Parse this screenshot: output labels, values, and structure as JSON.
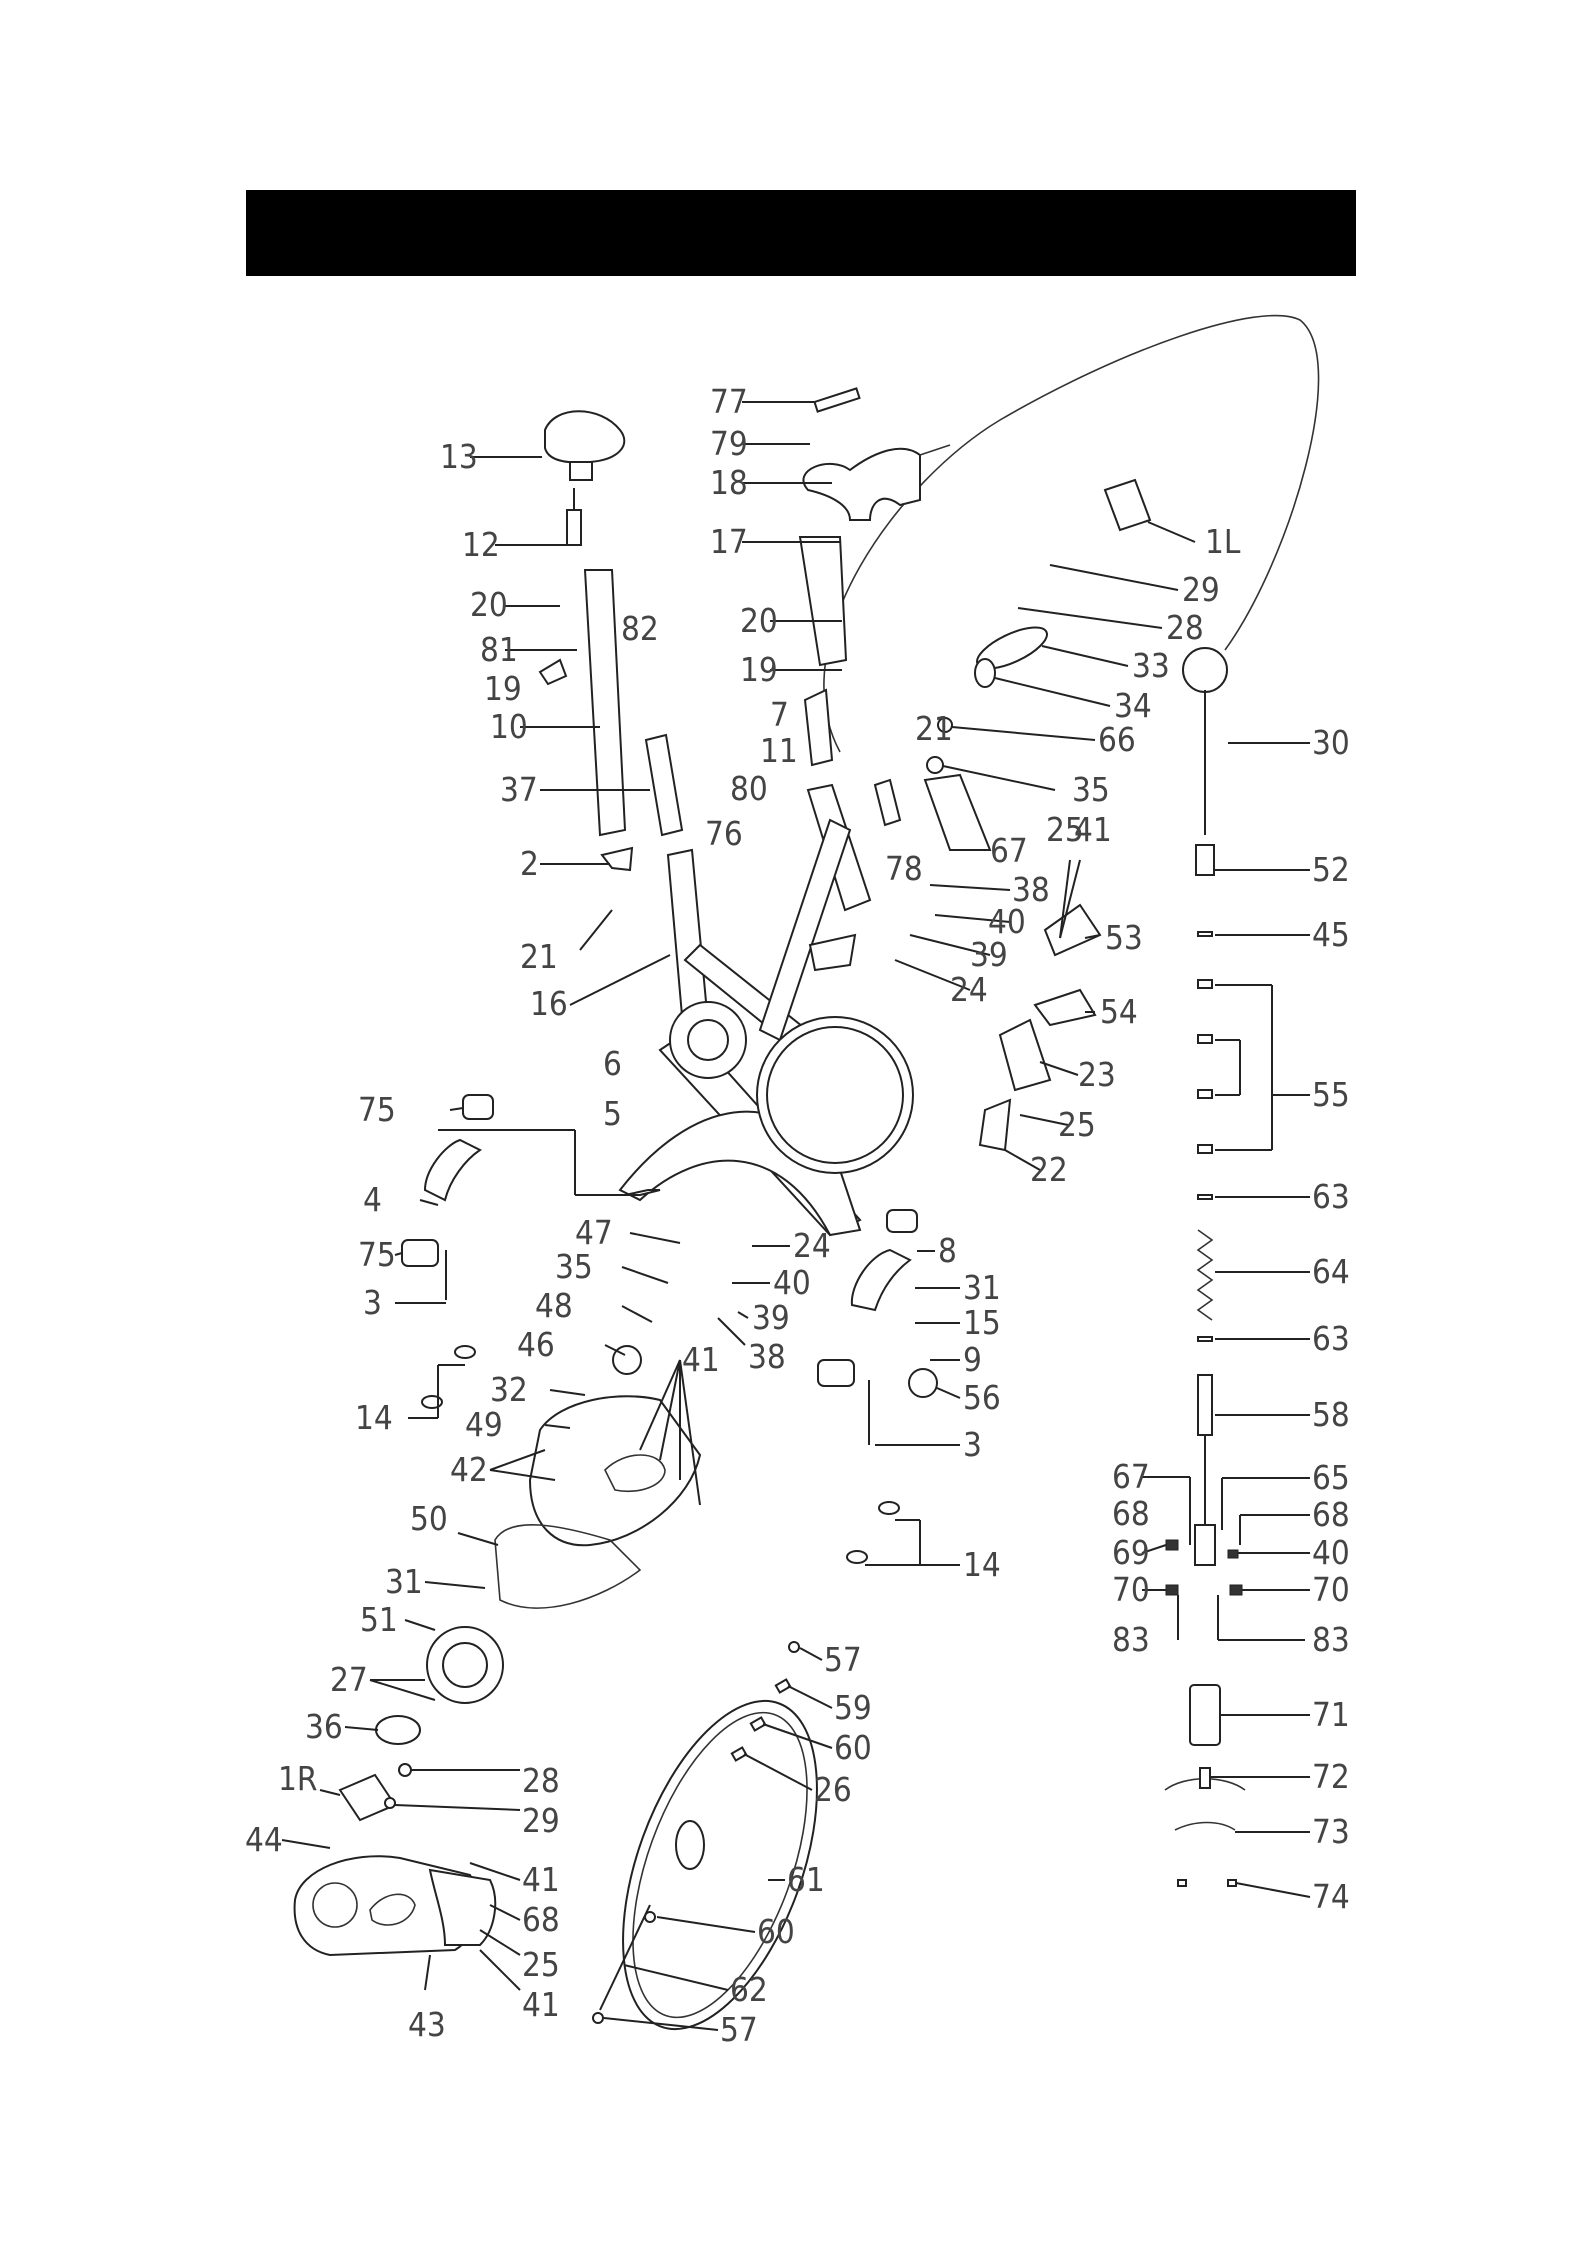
{
  "header": {
    "color": "#000000"
  },
  "callouts": [
    {
      "id": "77"
    },
    {
      "id": "79"
    },
    {
      "id": "18"
    },
    {
      "id": "17"
    },
    {
      "id": "20a",
      "text": "20"
    },
    {
      "id": "19a",
      "text": "19"
    },
    {
      "id": "7"
    },
    {
      "id": "11"
    },
    {
      "id": "13"
    },
    {
      "id": "12"
    },
    {
      "id": "20b",
      "text": "20"
    },
    {
      "id": "81"
    },
    {
      "id": "82"
    },
    {
      "id": "19b",
      "text": "19"
    },
    {
      "id": "10"
    },
    {
      "id": "37"
    },
    {
      "id": "2"
    },
    {
      "id": "21a",
      "text": "21"
    },
    {
      "id": "16"
    },
    {
      "id": "1L"
    },
    {
      "id": "29a",
      "text": "29"
    },
    {
      "id": "28a",
      "text": "28"
    },
    {
      "id": "33"
    },
    {
      "id": "34"
    },
    {
      "id": "66"
    },
    {
      "id": "21b",
      "text": "21"
    },
    {
      "id": "35a",
      "text": "35"
    },
    {
      "id": "25a",
      "text": "25"
    },
    {
      "id": "41a",
      "text": "41"
    },
    {
      "id": "67a",
      "text": "67"
    },
    {
      "id": "80"
    },
    {
      "id": "76"
    },
    {
      "id": "78"
    },
    {
      "id": "38a",
      "text": "38"
    },
    {
      "id": "40a",
      "text": "40"
    },
    {
      "id": "39a",
      "text": "39"
    },
    {
      "id": "24a",
      "text": "24"
    },
    {
      "id": "53"
    },
    {
      "id": "54"
    },
    {
      "id": "23"
    },
    {
      "id": "25b",
      "text": "25"
    },
    {
      "id": "22"
    },
    {
      "id": "30"
    },
    {
      "id": "52"
    },
    {
      "id": "45"
    },
    {
      "id": "55"
    },
    {
      "id": "63a",
      "text": "63"
    },
    {
      "id": "64"
    },
    {
      "id": "63b",
      "text": "63"
    },
    {
      "id": "58"
    },
    {
      "id": "67b",
      "text": "67"
    },
    {
      "id": "65"
    },
    {
      "id": "68a",
      "text": "68"
    },
    {
      "id": "68b",
      "text": "68"
    },
    {
      "id": "69"
    },
    {
      "id": "40b",
      "text": "40"
    },
    {
      "id": "70a",
      "text": "70"
    },
    {
      "id": "70b",
      "text": "70"
    },
    {
      "id": "83a",
      "text": "83"
    },
    {
      "id": "83b",
      "text": "83"
    },
    {
      "id": "71"
    },
    {
      "id": "72"
    },
    {
      "id": "73"
    },
    {
      "id": "74"
    },
    {
      "id": "75a",
      "text": "75"
    },
    {
      "id": "6"
    },
    {
      "id": "5"
    },
    {
      "id": "4"
    },
    {
      "id": "75b",
      "text": "75"
    },
    {
      "id": "3a",
      "text": "3"
    },
    {
      "id": "14a",
      "text": "14"
    },
    {
      "id": "47"
    },
    {
      "id": "35b",
      "text": "35"
    },
    {
      "id": "48"
    },
    {
      "id": "46"
    },
    {
      "id": "32"
    },
    {
      "id": "49"
    },
    {
      "id": "42"
    },
    {
      "id": "41b",
      "text": "41"
    },
    {
      "id": "24b",
      "text": "24"
    },
    {
      "id": "40c",
      "text": "40"
    },
    {
      "id": "39b",
      "text": "39"
    },
    {
      "id": "38b",
      "text": "38"
    },
    {
      "id": "8"
    },
    {
      "id": "31a",
      "text": "31"
    },
    {
      "id": "15"
    },
    {
      "id": "9"
    },
    {
      "id": "56"
    },
    {
      "id": "3b",
      "text": "3"
    },
    {
      "id": "14b",
      "text": "14"
    },
    {
      "id": "50"
    },
    {
      "id": "31b",
      "text": "31"
    },
    {
      "id": "51"
    },
    {
      "id": "27"
    },
    {
      "id": "36"
    },
    {
      "id": "1R"
    },
    {
      "id": "28b",
      "text": "28"
    },
    {
      "id": "29b",
      "text": "29"
    },
    {
      "id": "44"
    },
    {
      "id": "41c",
      "text": "41"
    },
    {
      "id": "68c",
      "text": "68"
    },
    {
      "id": "25c",
      "text": "25"
    },
    {
      "id": "43"
    },
    {
      "id": "41d",
      "text": "41"
    },
    {
      "id": "57a",
      "text": "57"
    },
    {
      "id": "59"
    },
    {
      "id": "60a",
      "text": "60"
    },
    {
      "id": "26"
    },
    {
      "id": "61"
    },
    {
      "id": "60b",
      "text": "60"
    },
    {
      "id": "62"
    },
    {
      "id": "57b",
      "text": "57"
    }
  ]
}
